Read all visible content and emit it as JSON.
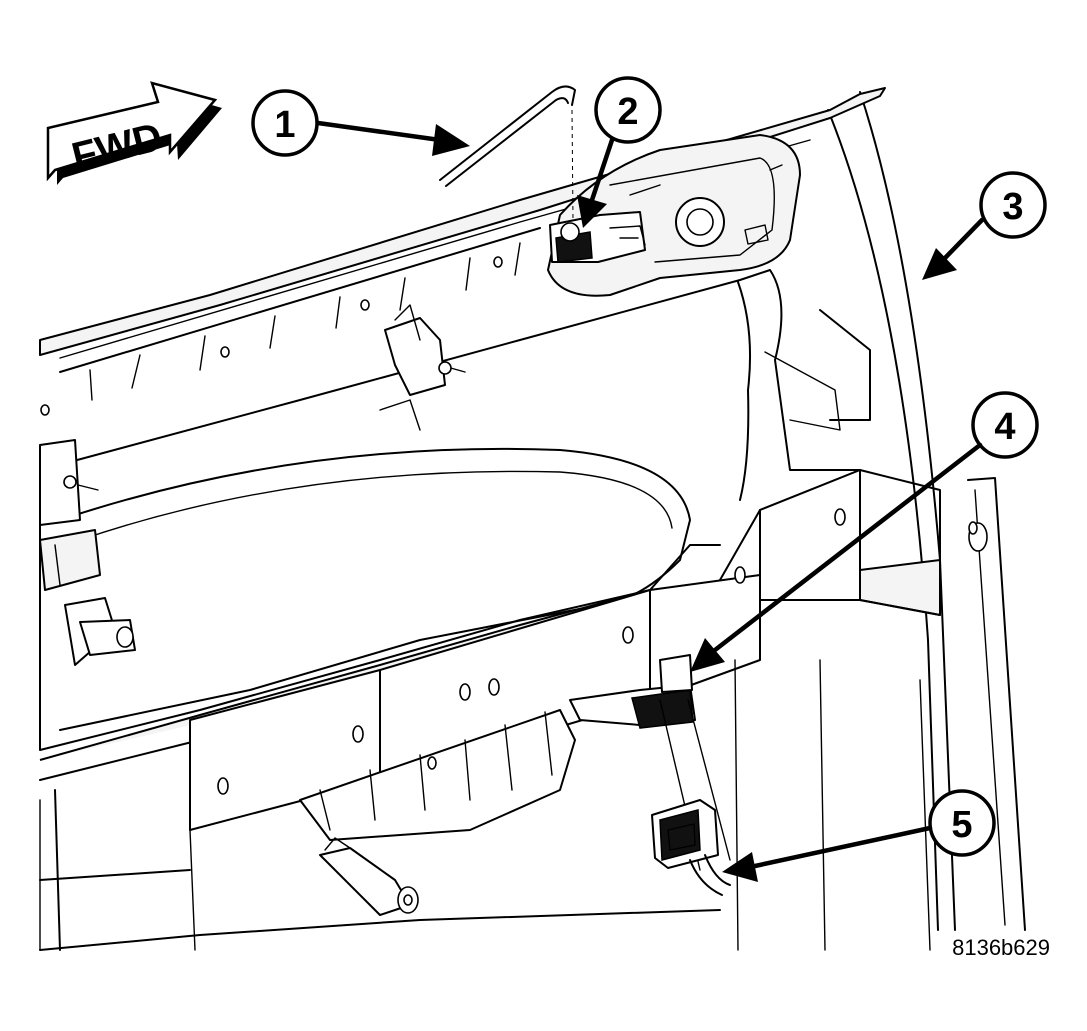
{
  "direction_label": "FWD",
  "figure_id": "8136b629",
  "callouts": [
    {
      "number": "1"
    },
    {
      "number": "2"
    },
    {
      "number": "3"
    },
    {
      "number": "4"
    },
    {
      "number": "5"
    }
  ]
}
